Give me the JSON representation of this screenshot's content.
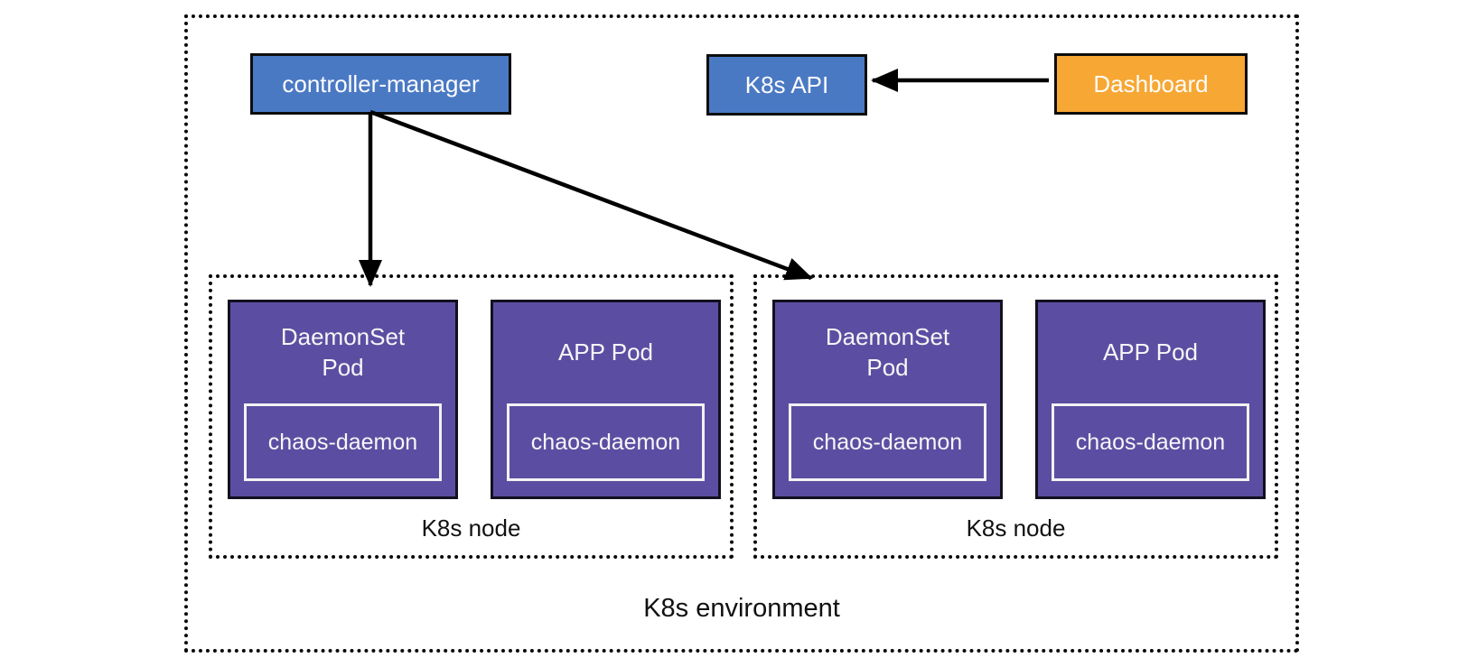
{
  "diagram": {
    "environment_label": "K8s environment",
    "top_row": {
      "controller_manager_label": "controller-manager",
      "k8s_api_label": "K8s API",
      "dashboard_label": "Dashboard"
    },
    "nodes": [
      {
        "label": "K8s node",
        "pods": [
          {
            "title": "DaemonSet\nPod",
            "container": "chaos-daemon"
          },
          {
            "title": "APP Pod",
            "container": "chaos-daemon"
          }
        ]
      },
      {
        "label": "K8s node",
        "pods": [
          {
            "title": "DaemonSet\nPod",
            "container": "chaos-daemon"
          },
          {
            "title": "APP Pod",
            "container": "chaos-daemon"
          }
        ]
      }
    ],
    "arrows": [
      {
        "from": "controller-manager",
        "to": "K8s node 1 DaemonSet Pod"
      },
      {
        "from": "controller-manager",
        "to": "K8s node 2 DaemonSet Pod"
      },
      {
        "from": "Dashboard",
        "to": "K8s API"
      }
    ],
    "colors": {
      "accent_blue": "#4a79c4",
      "accent_orange": "#f7a733",
      "accent_purple": "#5b4ea2",
      "line_black": "#000000",
      "background": "#ffffff"
    }
  }
}
